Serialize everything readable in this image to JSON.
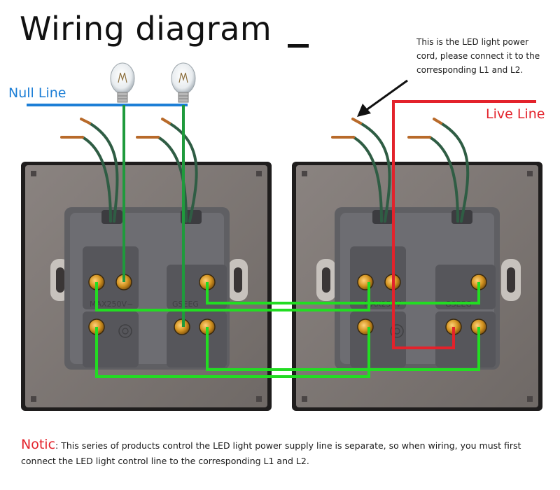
{
  "title": "Wiring diagram",
  "labels": {
    "null_line": "Null Line",
    "live_line": "Live Line"
  },
  "cord_note": "This is the LED light power cord, please connect it to the corresponding L1 and L2.",
  "notice": {
    "word": "Notic",
    "text": ": This series of products control the LED light power supply line is separate, so when wiring, you must first connect the LED light control line to the corresponding L1 and L2."
  },
  "switch_markings": {
    "rating": "MAX250V~",
    "brand": "GSEEG"
  },
  "colors": {
    "null_line": "#1c7ed6",
    "live_line": "#e3222b",
    "jumper": "#22dd22",
    "lamp_wire": "#1f9a3c",
    "plate": "#7b7470",
    "module": "#5f5f63",
    "terminal": "#d39320"
  },
  "icons": [
    "light-bulb-icon",
    "light-bulb-icon"
  ]
}
